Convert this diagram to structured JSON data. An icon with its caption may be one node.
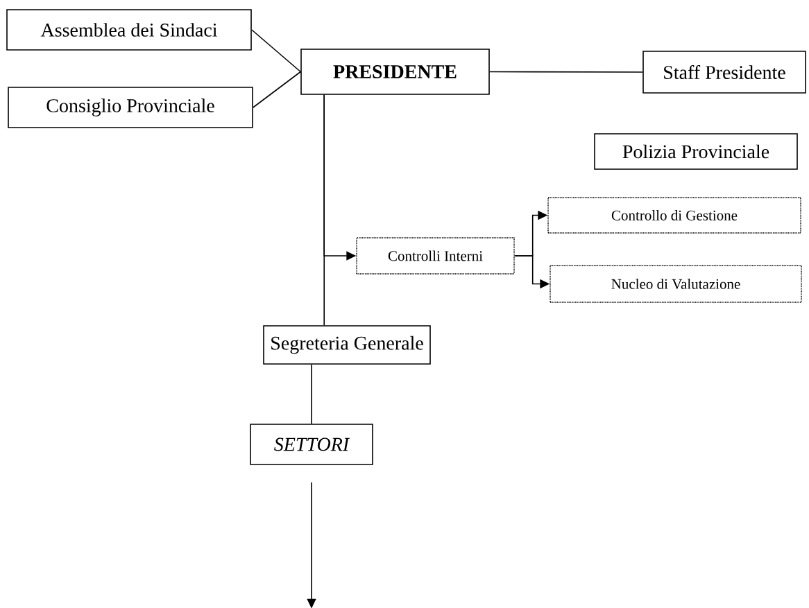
{
  "diagram": {
    "nodes": [
      {
        "text": [
          "Assemblea dei Sindaci"
        ]
      },
      {
        "text": [
          "PRESIDENTE"
        ]
      },
      {
        "text": [
          "Staff Presidente"
        ]
      },
      {
        "text": [
          "Consiglio Provinciale"
        ]
      },
      {
        "text": [
          "Polizia Provinciale"
        ]
      },
      {
        "text": [
          "Controlli Interni"
        ]
      },
      {
        "text": [
          "Controllo di Gestione"
        ]
      },
      {
        "text": [
          "Nucleo di Valutazione"
        ]
      },
      {
        "text": [
          "Segreteria Generale"
        ]
      },
      {
        "text": [
          "SETTORI"
        ]
      }
    ],
    "edges": [
      {
        "from": 0,
        "to": 1,
        "arrow": "none"
      },
      {
        "from": 3,
        "to": 1,
        "arrow": "none"
      },
      {
        "from": 1,
        "to": 2,
        "arrow": "none"
      },
      {
        "from": 1,
        "to": 8,
        "arrow": "none"
      },
      {
        "from": 1,
        "to": 5,
        "arrow": "to"
      },
      {
        "from": 5,
        "to": 6,
        "arrow": "to"
      },
      {
        "from": 5,
        "to": 7,
        "arrow": "to"
      },
      {
        "from": 8,
        "to": 9,
        "arrow": "none"
      },
      {
        "from": 9,
        "to": null,
        "arrow": "to"
      }
    ]
  }
}
